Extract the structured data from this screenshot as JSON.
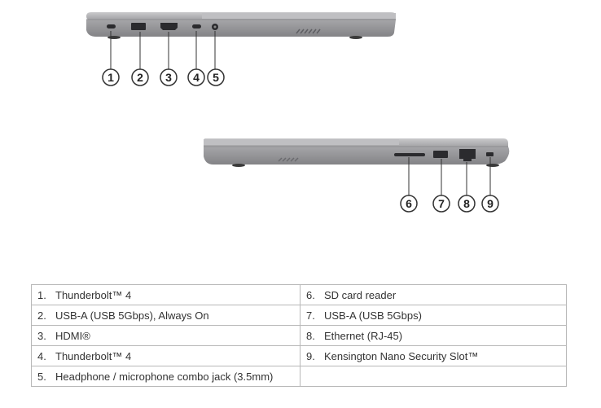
{
  "callouts": {
    "left_side": [
      "1",
      "2",
      "3",
      "4",
      "5"
    ],
    "right_side": [
      "6",
      "7",
      "8",
      "9"
    ]
  },
  "legend": {
    "rows": [
      {
        "left_num": "1.",
        "left": "Thunderbolt™ 4",
        "right_num": "6.",
        "right": "SD card reader"
      },
      {
        "left_num": "2.",
        "left": "USB-A (USB 5Gbps), Always On",
        "right_num": "7.",
        "right": "USB-A (USB 5Gbps)"
      },
      {
        "left_num": "3.",
        "left": "HDMI®",
        "right_num": "8.",
        "right": "Ethernet (RJ-45)"
      },
      {
        "left_num": "4.",
        "left": "Thunderbolt™ 4",
        "right_num": "9.",
        "right": "Kensington Nano Security Slot™"
      },
      {
        "left_num": "5.",
        "left": "Headphone / microphone combo jack (3.5mm)",
        "right_num": "",
        "right": ""
      }
    ]
  },
  "colors": {
    "chassis": "#a9a9ab",
    "chassis_dark": "#7d7d80",
    "port": "#2b2b2e",
    "line": "#333333",
    "border": "#b8b8b8"
  },
  "icons": [
    "thunderbolt-port-icon",
    "usb-a-port-icon",
    "hdmi-port-icon",
    "usb-c-port-icon",
    "audio-jack-icon",
    "sd-slot-icon",
    "ethernet-port-icon",
    "lock-slot-icon"
  ]
}
